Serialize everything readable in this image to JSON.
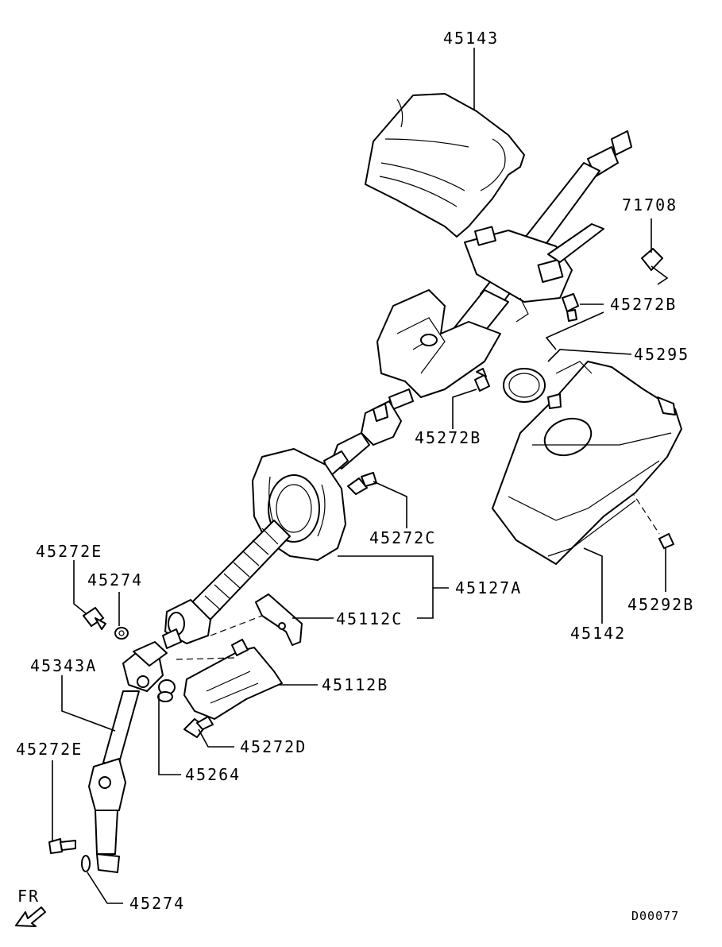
{
  "diagram": {
    "drawing_code": "D00077",
    "direction_indicator": "FR",
    "part_numbers": {
      "upper_column_cover": "45143",
      "clip": "71708",
      "bolt_upper_right": "45272B",
      "gasket": "45295",
      "bolt_center": "45272B",
      "bolt_flange": "45272C",
      "lower_column_cover": "45142",
      "screw": "45292B",
      "boot_assembly": "45127A",
      "bracket_upper": "45112C",
      "bracket_lower": "45112B",
      "bolt_bracket": "45272D",
      "bushing": "45264",
      "bolt_upper_left": "45272E",
      "washer_upper": "45274",
      "intermediate_shaft": "45343A",
      "bolt_lower_left": "45272E",
      "washer_lower": "45274"
    }
  }
}
